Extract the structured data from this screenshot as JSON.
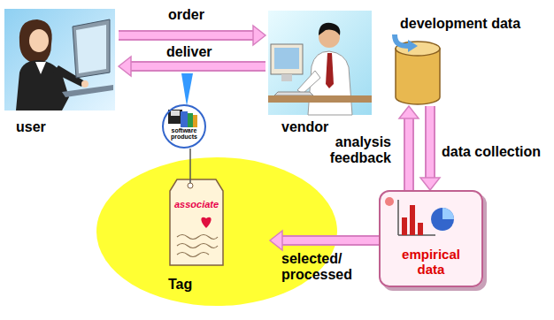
{
  "diagram": {
    "nodes": [
      {
        "text": [
          "user"
        ]
      },
      {
        "text": [
          "vendor"
        ]
      },
      {
        "text": [
          "development data"
        ]
      },
      {
        "text": [
          "software products"
        ]
      },
      {
        "text": [
          "empirical data"
        ]
      },
      {
        "text": [
          "associate",
          "Tag"
        ]
      }
    ],
    "edges": [
      {
        "from": 0,
        "to": 1,
        "label": "order",
        "arrow": "to"
      },
      {
        "from": 1,
        "to": 0,
        "label": "deliver",
        "arrow": "to"
      },
      {
        "from": 2,
        "to": 4,
        "label": "data collection",
        "arrow": "to"
      },
      {
        "from": 4,
        "to": 2,
        "label": "analysis feedback",
        "arrow": "to"
      },
      {
        "from": 4,
        "to": 5,
        "label": "selected/ processed",
        "arrow": "to"
      },
      {
        "from": 3,
        "to": 5,
        "arrow": "none"
      }
    ]
  }
}
